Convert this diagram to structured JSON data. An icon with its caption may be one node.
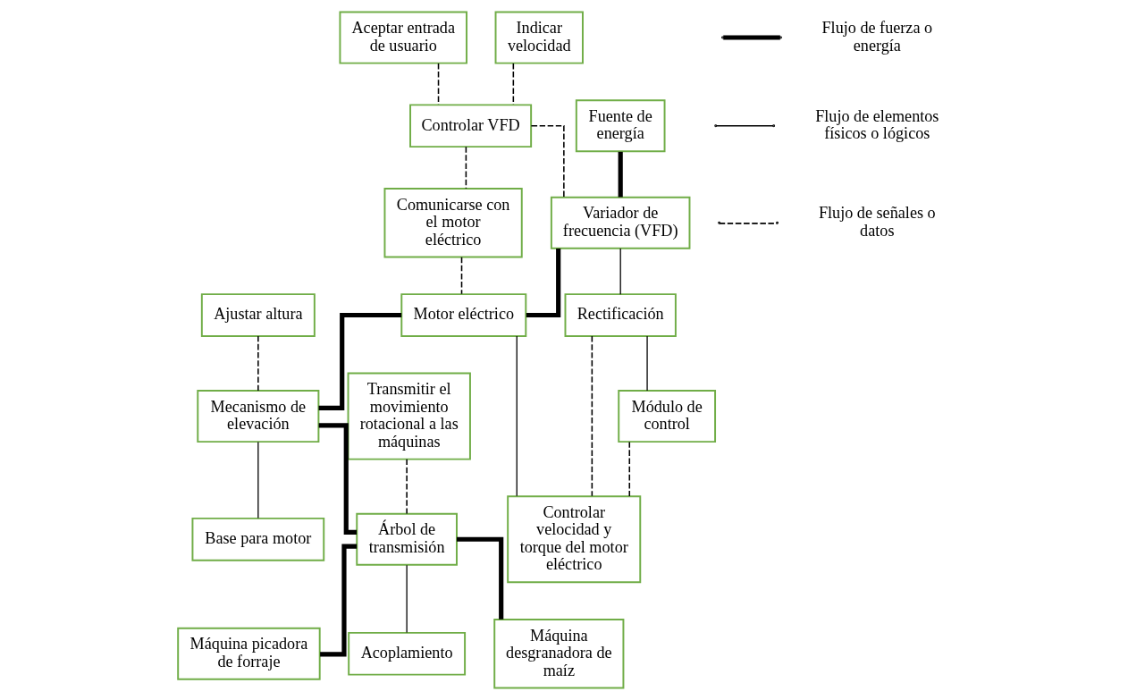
{
  "diagram": {
    "nodes": [
      {
        "text": [
          "Aceptar entrada de usuario"
        ]
      },
      {
        "text": [
          "Indicar velocidad"
        ]
      },
      {
        "text": [
          "Fuente de energía"
        ]
      },
      {
        "text": [
          "Controlar VFD"
        ]
      },
      {
        "text": [
          "Comunicarse con el motor eléctrico"
        ]
      },
      {
        "text": [
          "Ajustar altura"
        ]
      },
      {
        "text": [
          "Transmitir el movimiento rotacional a las máquinas"
        ]
      },
      {
        "text": [
          "Variador de frecuencia (VFD)"
        ]
      },
      {
        "text": [
          "Motor eléctrico"
        ]
      },
      {
        "text": [
          "Mecanismo de elevación"
        ]
      },
      {
        "text": [
          "Árbol de transmisión"
        ]
      },
      {
        "text": [
          "Rectificación"
        ]
      },
      {
        "text": [
          "Controlar velocidad y torque del motor eléctrico"
        ]
      },
      {
        "text": [
          "Base para motor"
        ]
      },
      {
        "text": [
          "Máquina picadora de forraje"
        ]
      },
      {
        "text": [
          "Módulo de control"
        ]
      },
      {
        "text": [
          "Acoplamiento"
        ]
      },
      {
        "text": [
          "Máquina desgranadora de maíz"
        ]
      }
    ],
    "edges": [
      {
        "from": 0,
        "to": 3,
        "arrow": "none",
        "style": "dashed"
      },
      {
        "from": 1,
        "to": 3,
        "arrow": "none",
        "style": "dashed"
      },
      {
        "from": 3,
        "to": 7,
        "arrow": "none",
        "style": "dashed"
      },
      {
        "from": 3,
        "to": 4,
        "arrow": "none",
        "style": "dashed"
      },
      {
        "from": 2,
        "to": 7,
        "arrow": "none",
        "style": "thick"
      },
      {
        "from": 7,
        "to": 8,
        "arrow": "none",
        "style": "thick"
      },
      {
        "from": 4,
        "to": 8,
        "arrow": "none",
        "style": "dashed"
      },
      {
        "from": 8,
        "to": 9,
        "arrow": "none",
        "style": "thick"
      },
      {
        "from": 5,
        "to": 9,
        "arrow": "none",
        "style": "dashed"
      },
      {
        "from": 9,
        "to": 10,
        "arrow": "none",
        "style": "thick"
      },
      {
        "from": 6,
        "to": 10,
        "arrow": "none",
        "style": "dashed"
      },
      {
        "from": 7,
        "to": 11,
        "arrow": "none"
      },
      {
        "from": 8,
        "to": 12,
        "arrow": "none"
      },
      {
        "from": 11,
        "to": 12,
        "arrow": "none",
        "style": "dashed"
      },
      {
        "from": 11,
        "to": 15,
        "arrow": "none"
      },
      {
        "from": 15,
        "to": 12,
        "arrow": "none",
        "style": "dashed"
      },
      {
        "from": 9,
        "to": 13,
        "arrow": "none"
      },
      {
        "from": 10,
        "to": 14,
        "arrow": "none",
        "style": "thick"
      },
      {
        "from": 10,
        "to": 16,
        "arrow": "none"
      },
      {
        "from": 10,
        "to": 17,
        "arrow": "none",
        "style": "thick"
      }
    ],
    "legend": [
      {
        "text": "Flujo de fuerza o energía"
      },
      {
        "text": "Flujo de elementos físicos o lógicos"
      },
      {
        "text": "Flujo de señales o datos"
      }
    ]
  }
}
